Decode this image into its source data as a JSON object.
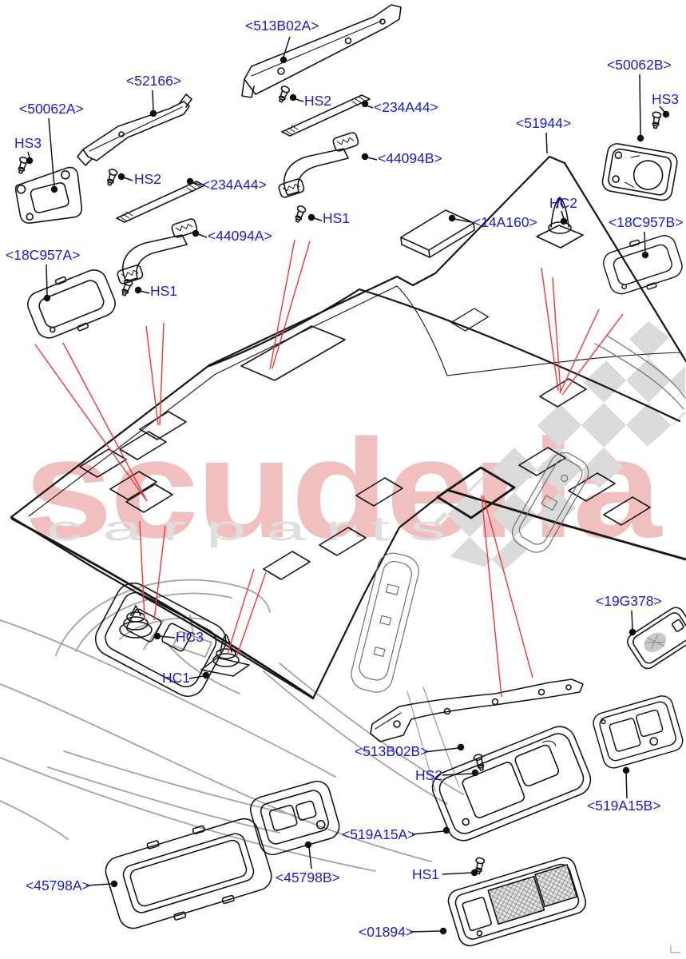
{
  "watermark": {
    "brand": "scuderia",
    "subtitle": "c a r   p a r t s"
  },
  "colors": {
    "label_blue": "#1b1bd0",
    "drawing_ink": "#161616",
    "red_locator": "#f63434",
    "watermark_pink": "#f2bfbf",
    "watermark_gray": "#dedede",
    "checker_gray": "#dadada",
    "sketch_gray": "#a3a3a3"
  },
  "labels": [
    {
      "id": "513B02A",
      "text": "<513B02A>"
    },
    {
      "id": "52166",
      "text": "<52166>"
    },
    {
      "id": "50062A",
      "text": "<50062A>"
    },
    {
      "id": "HS3-a",
      "text": "HS3"
    },
    {
      "id": "HS2-a",
      "text": "HS2"
    },
    {
      "id": "234A44-a",
      "text": "<234A44>"
    },
    {
      "id": "HS2-b",
      "text": "HS2"
    },
    {
      "id": "234A44-b",
      "text": "<234A44>"
    },
    {
      "id": "44094B",
      "text": "<44094B>"
    },
    {
      "id": "44094A",
      "text": "<44094A>"
    },
    {
      "id": "HS1-a",
      "text": "HS1"
    },
    {
      "id": "HS1-b",
      "text": "HS1"
    },
    {
      "id": "18C957A",
      "text": "<18C957A>"
    },
    {
      "id": "51944",
      "text": "<51944>"
    },
    {
      "id": "50062B",
      "text": "<50062B>"
    },
    {
      "id": "HS3-b",
      "text": "HS3"
    },
    {
      "id": "14A160",
      "text": "<14A160>"
    },
    {
      "id": "HC2",
      "text": "HC2"
    },
    {
      "id": "18C957B",
      "text": "<18C957B>"
    },
    {
      "id": "HC3",
      "text": "HC3"
    },
    {
      "id": "HC1",
      "text": "HC1"
    },
    {
      "id": "19G378",
      "text": "<19G378>"
    },
    {
      "id": "513B02B",
      "text": "<513B02B>"
    },
    {
      "id": "HS2-c",
      "text": "HS2"
    },
    {
      "id": "519A15B",
      "text": "<519A15B>"
    },
    {
      "id": "519A15A",
      "text": "<519A15A>"
    },
    {
      "id": "45798B",
      "text": "<45798B>"
    },
    {
      "id": "45798A",
      "text": "<45798A>"
    },
    {
      "id": "HS1-c",
      "text": "HS1"
    },
    {
      "id": "01894",
      "text": "<01894>"
    }
  ]
}
